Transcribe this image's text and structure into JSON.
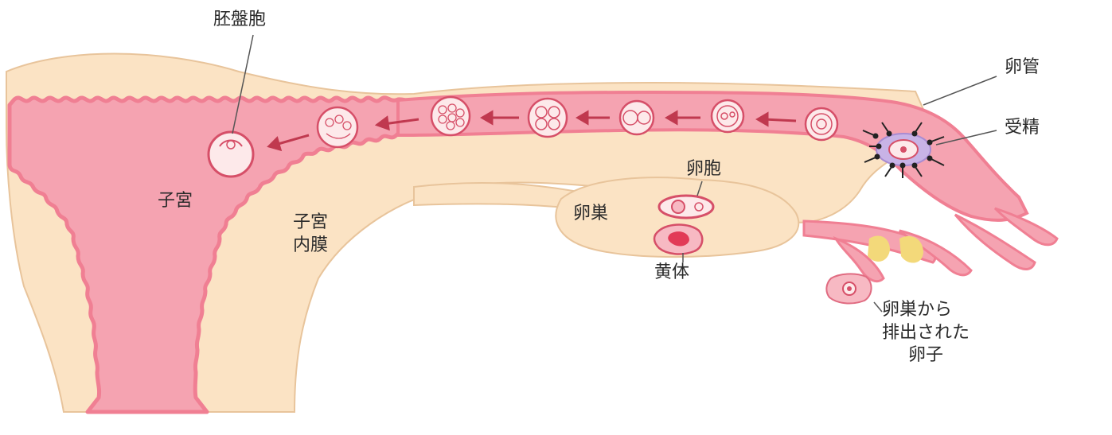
{
  "colors": {
    "tissue": "#fbe3c4",
    "tissue_edge": "#e8c49b",
    "lining": "#f07f93",
    "cavity": "#f5a3b1",
    "cell_fill": "#fde9ea",
    "cell_stroke": "#d64f68",
    "arrow": "#c0394f",
    "sperm_halo": "#c8b3e6",
    "fimbria_yellow": "#f3d97a",
    "corpus_luteum": "#e23a57"
  },
  "labels": {
    "blastocyst": "胚盤胞",
    "oviduct": "卵管",
    "fertilization": "受精",
    "follicle": "卵胞",
    "ovary": "卵巣",
    "uterus": "子宮",
    "endometrium_line1": "子宮",
    "endometrium_line2": "内膜",
    "corpus_luteum": "黄体",
    "ovulated_line1": "卵巣から",
    "ovulated_line2": "排出された",
    "ovulated_line3": "卵子"
  },
  "stages": [
    "fertilized-egg",
    "pronuclear-egg",
    "two-cell-embryo",
    "four-cell-embryo",
    "eight-cell-embryo",
    "morula",
    "early-blastocyst",
    "blastocyst"
  ]
}
